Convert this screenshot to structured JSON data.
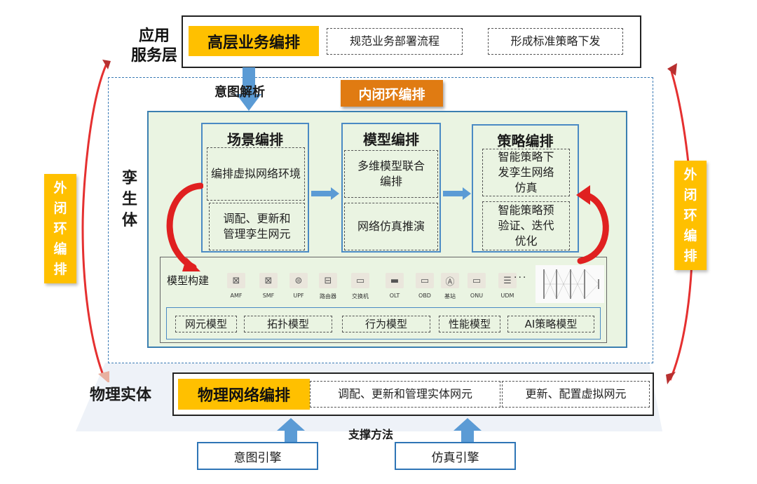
{
  "colors": {
    "yellow_tag": "#ffc000",
    "orange_tag": "#e07b12",
    "blue_border": "#3b7fb0",
    "green_panel": "#eaf4e2",
    "red_arrow": "#e02020",
    "blue_arrow": "#5b9bd5"
  },
  "application_layer": {
    "label_line1": "应用",
    "label_line2": "服务层",
    "orchestration_tag": "高层业务编排",
    "items": [
      "规范业务部署流程",
      "形成标准策略下发"
    ]
  },
  "intent_parse_label": "意图解析",
  "inner_loop_tag": "内闭环编排",
  "twin_label": [
    "孪",
    "生",
    "体"
  ],
  "stages": [
    {
      "title": "场景编排",
      "items": [
        "编排虚拟网络环境",
        "调配、更新和\n管理孪生网元"
      ]
    },
    {
      "title": "模型编排",
      "items": [
        "多维模型联合\n编排",
        "网络仿真推演"
      ]
    },
    {
      "title": "策略编排",
      "items": [
        "智能策略下\n发孪生网络\n仿真",
        "智能策略预\n验证、迭代\n优化"
      ]
    }
  ],
  "model_build": {
    "label": "模型构建",
    "devices": [
      {
        "label": "AMF",
        "icon": "amf-icon"
      },
      {
        "label": "SMF",
        "icon": "smf-icon"
      },
      {
        "label": "UPF",
        "icon": "upf-icon"
      },
      {
        "label": "路由器",
        "icon": "router-icon"
      },
      {
        "label": "交换机",
        "icon": "switch-icon"
      },
      {
        "label": "OLT",
        "icon": "olt-icon"
      },
      {
        "label": "OBD",
        "icon": "obd-icon"
      },
      {
        "label": "基站",
        "icon": "base-station-icon"
      },
      {
        "label": "ONU",
        "icon": "onu-icon"
      },
      {
        "label": "UDM",
        "icon": "udm-icon"
      }
    ],
    "ellipsis": "···",
    "model_types": [
      "网元模型",
      "拓扑模型",
      "行为模型",
      "性能模型",
      "AI策略模型"
    ]
  },
  "outer_loop_tag": [
    "外",
    "闭",
    "环",
    "编",
    "排"
  ],
  "physical_layer": {
    "label": "物理实体",
    "orchestration_tag": "物理网络编排",
    "items": [
      "调配、更新和管理实体网元",
      "更新、配置虚拟网元"
    ]
  },
  "support": {
    "label": "支撑方法",
    "engines": [
      "意图引擎",
      "仿真引擎"
    ]
  }
}
